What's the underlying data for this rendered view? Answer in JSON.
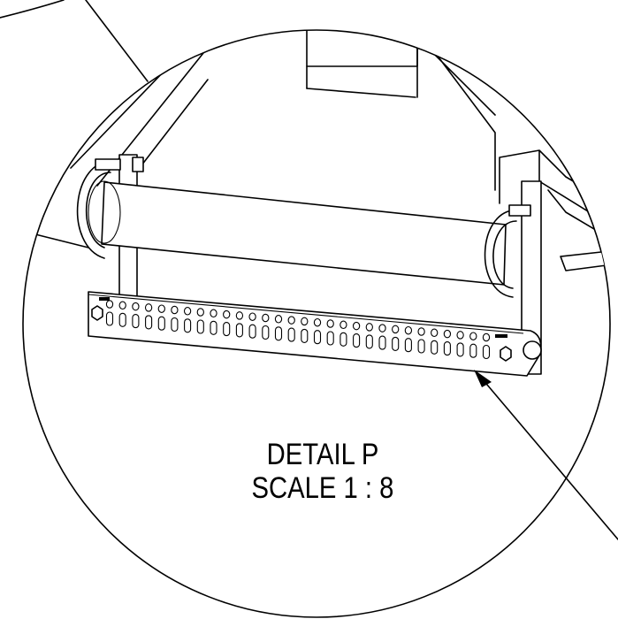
{
  "detail": {
    "title": "DETAIL P",
    "scale": "SCALE 1 : 8"
  },
  "drawing": {
    "slot_rows": 2,
    "slots_per_row": 30
  }
}
